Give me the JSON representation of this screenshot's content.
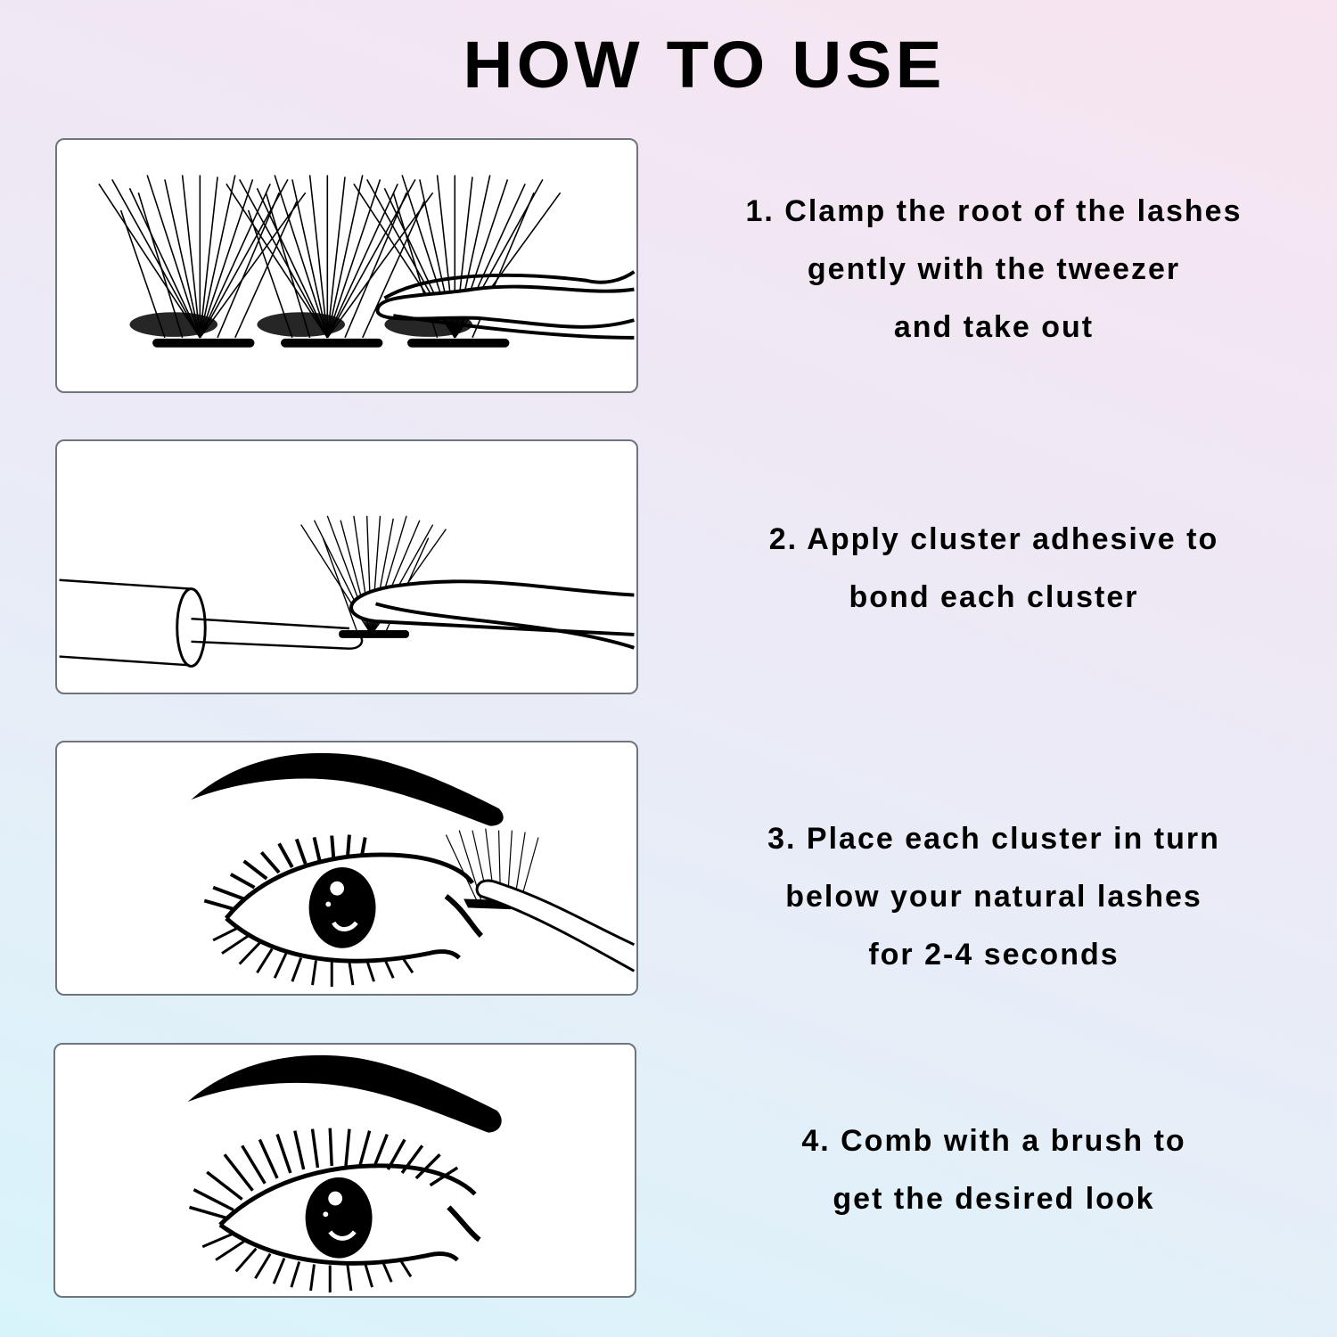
{
  "title": "HOW TO USE",
  "steps": [
    {
      "number": "1",
      "lines": [
        "1. Clamp the root of the lashes",
        "gently with the tweezer",
        "and take out"
      ],
      "illustration": "tweezer-clamping-lash-clusters"
    },
    {
      "number": "2",
      "lines": [
        "2. Apply cluster adhesive to",
        "bond each cluster"
      ],
      "illustration": "adhesive-wand-and-tweezer-with-cluster"
    },
    {
      "number": "3",
      "lines": [
        "3. Place each cluster in turn",
        "below your natural lashes",
        "for 2-4 seconds"
      ],
      "illustration": "eye-with-tweezer-placing-cluster"
    },
    {
      "number": "4",
      "lines": [
        "4. Comb with a brush to",
        "get the desired look"
      ],
      "illustration": "eye-with-finished-lashes"
    }
  ],
  "colors": {
    "text": "#000000",
    "panel_bg": "#ffffff",
    "panel_border": "#6e757c",
    "bg_top_right": "#f7e4f0",
    "bg_bottom_left": "#d8f4fb"
  }
}
